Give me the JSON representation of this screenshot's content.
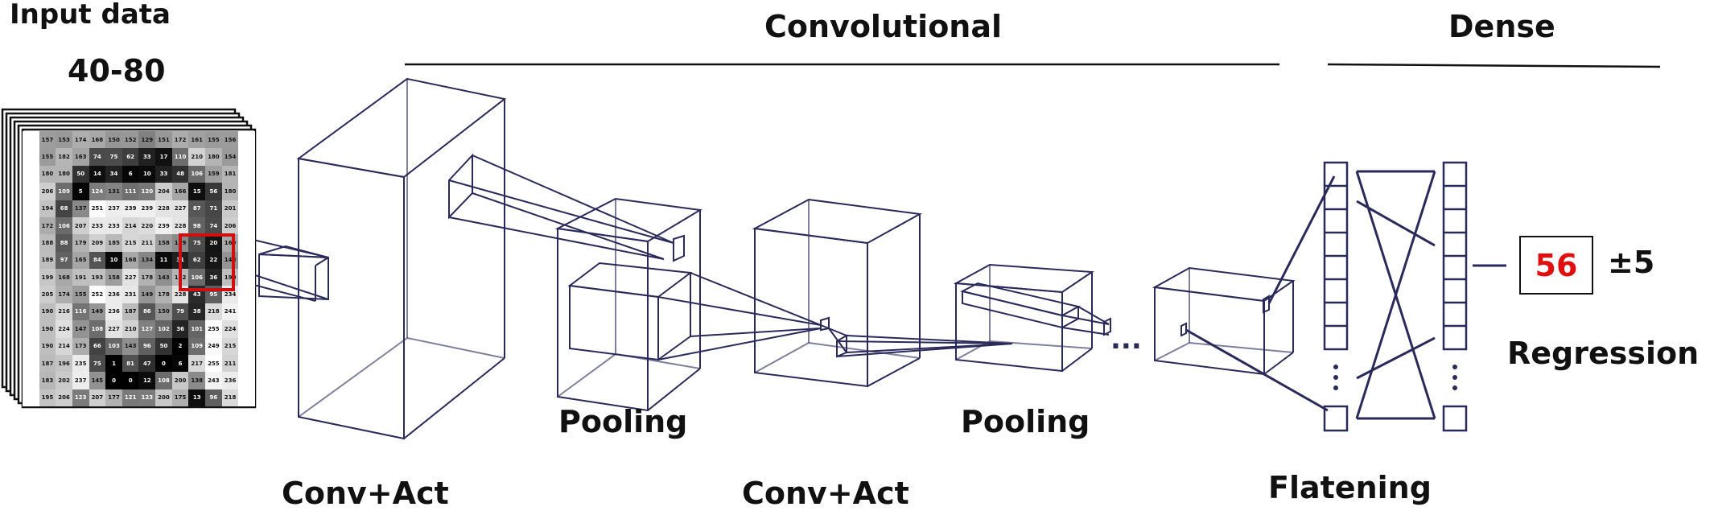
{
  "labels": {
    "input_title": "Input data",
    "input_range": "40-80",
    "convolutional": "Convolutional",
    "dense": "Dense",
    "pooling_1": "Pooling",
    "pooling_2": "Pooling",
    "conv_act_1": "Conv+Act",
    "conv_act_2": "Conv+Act",
    "flattening": "Flatening",
    "regression": "Regression",
    "ellipsis": "...",
    "result_value": "56",
    "tolerance": "±5"
  },
  "colors": {
    "line": "#2a2a5a",
    "result_value": "#e01010",
    "highlight": "#d01010",
    "text": "#111111"
  },
  "pixel_grid": [
    [
      157,
      153,
      174,
      168,
      150,
      152,
      129,
      151,
      172,
      161,
      155,
      156
    ],
    [
      155,
      182,
      163,
      74,
      75,
      62,
      33,
      17,
      110,
      210,
      180,
      154
    ],
    [
      180,
      180,
      50,
      14,
      34,
      6,
      10,
      33,
      48,
      106,
      159,
      181
    ],
    [
      206,
      109,
      5,
      124,
      131,
      111,
      120,
      204,
      166,
      15,
      56,
      180
    ],
    [
      194,
      68,
      137,
      251,
      237,
      239,
      239,
      228,
      227,
      87,
      71,
      201
    ],
    [
      172,
      106,
      207,
      233,
      233,
      214,
      220,
      239,
      228,
      98,
      74,
      206
    ],
    [
      188,
      88,
      179,
      209,
      185,
      215,
      211,
      158,
      139,
      75,
      20,
      169
    ],
    [
      189,
      97,
      165,
      84,
      10,
      168,
      134,
      11,
      31,
      62,
      22,
      148
    ],
    [
      199,
      168,
      191,
      193,
      158,
      227,
      178,
      143,
      182,
      106,
      36,
      190
    ],
    [
      205,
      174,
      155,
      252,
      236,
      231,
      149,
      178,
      228,
      43,
      95,
      234
    ],
    [
      190,
      216,
      116,
      149,
      236,
      187,
      86,
      150,
      79,
      38,
      218,
      241
    ],
    [
      190,
      224,
      147,
      108,
      227,
      210,
      127,
      102,
      36,
      101,
      255,
      224
    ],
    [
      190,
      214,
      173,
      66,
      103,
      143,
      96,
      50,
      2,
      109,
      249,
      215
    ],
    [
      187,
      196,
      235,
      75,
      1,
      81,
      47,
      0,
      6,
      217,
      255,
      211
    ],
    [
      183,
      202,
      237,
      145,
      0,
      0,
      12,
      108,
      200,
      138,
      243,
      236
    ],
    [
      195,
      206,
      123,
      207,
      177,
      121,
      123,
      200,
      175,
      13,
      96,
      218
    ]
  ]
}
